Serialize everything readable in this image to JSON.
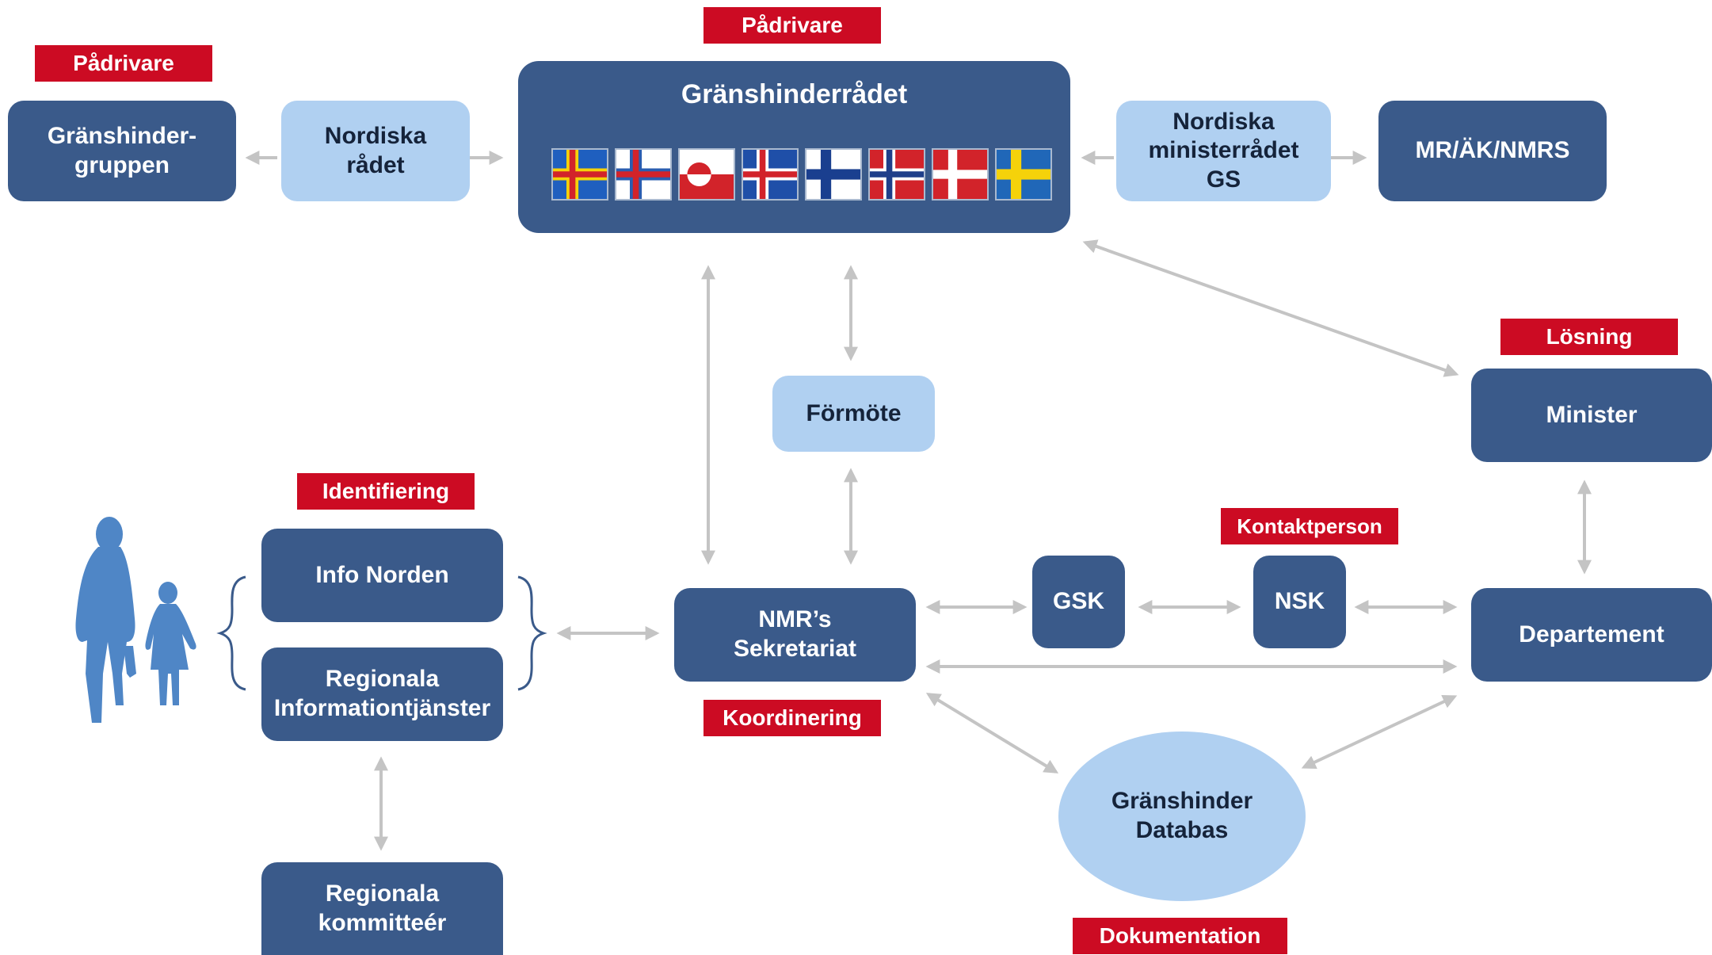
{
  "tags": {
    "padrivare_left": "Pådrivare",
    "padrivare_top": "Pådrivare",
    "losning": "Lösning",
    "identifiering": "Identifiering",
    "kontaktperson": "Kontaktperson",
    "koordinering": "Koordinering",
    "dokumentation": "Dokumentation"
  },
  "nodes": {
    "granshindergruppen": "Gränshinder-\ngruppen",
    "nordiska_radet": "Nordiska\nrådet",
    "granshinderradet": "Gränshinderrådet",
    "nordiska_ministerradet": "Nordiska\nministerrådet\nGS",
    "mr_ak_nmrs": "MR/ÄK/NMRS",
    "formote": "Förmöte",
    "minister": "Minister",
    "info_norden": "Info Norden",
    "regionala_info": "Regionala\nInformationtjänster",
    "regionala_kommitteer": "Regionala\nkommitteér",
    "nmr_sekretariat": "NMR’s\nSekretariat",
    "gsk": "GSK",
    "nsk": "NSK",
    "departement": "Departement",
    "granshinder_databas": "Gränshinder\nDatabas"
  },
  "flags": [
    "aland-flag",
    "faroe-flag",
    "greenland-flag",
    "iceland-flag",
    "finland-flag",
    "norway-flag",
    "denmark-flag",
    "sweden-flag"
  ],
  "colors": {
    "dark_box": "#3a5a8a",
    "light_box": "#b0d0f1",
    "tag_red": "#cc0b23",
    "arrow_gray": "#c4c4c4"
  }
}
